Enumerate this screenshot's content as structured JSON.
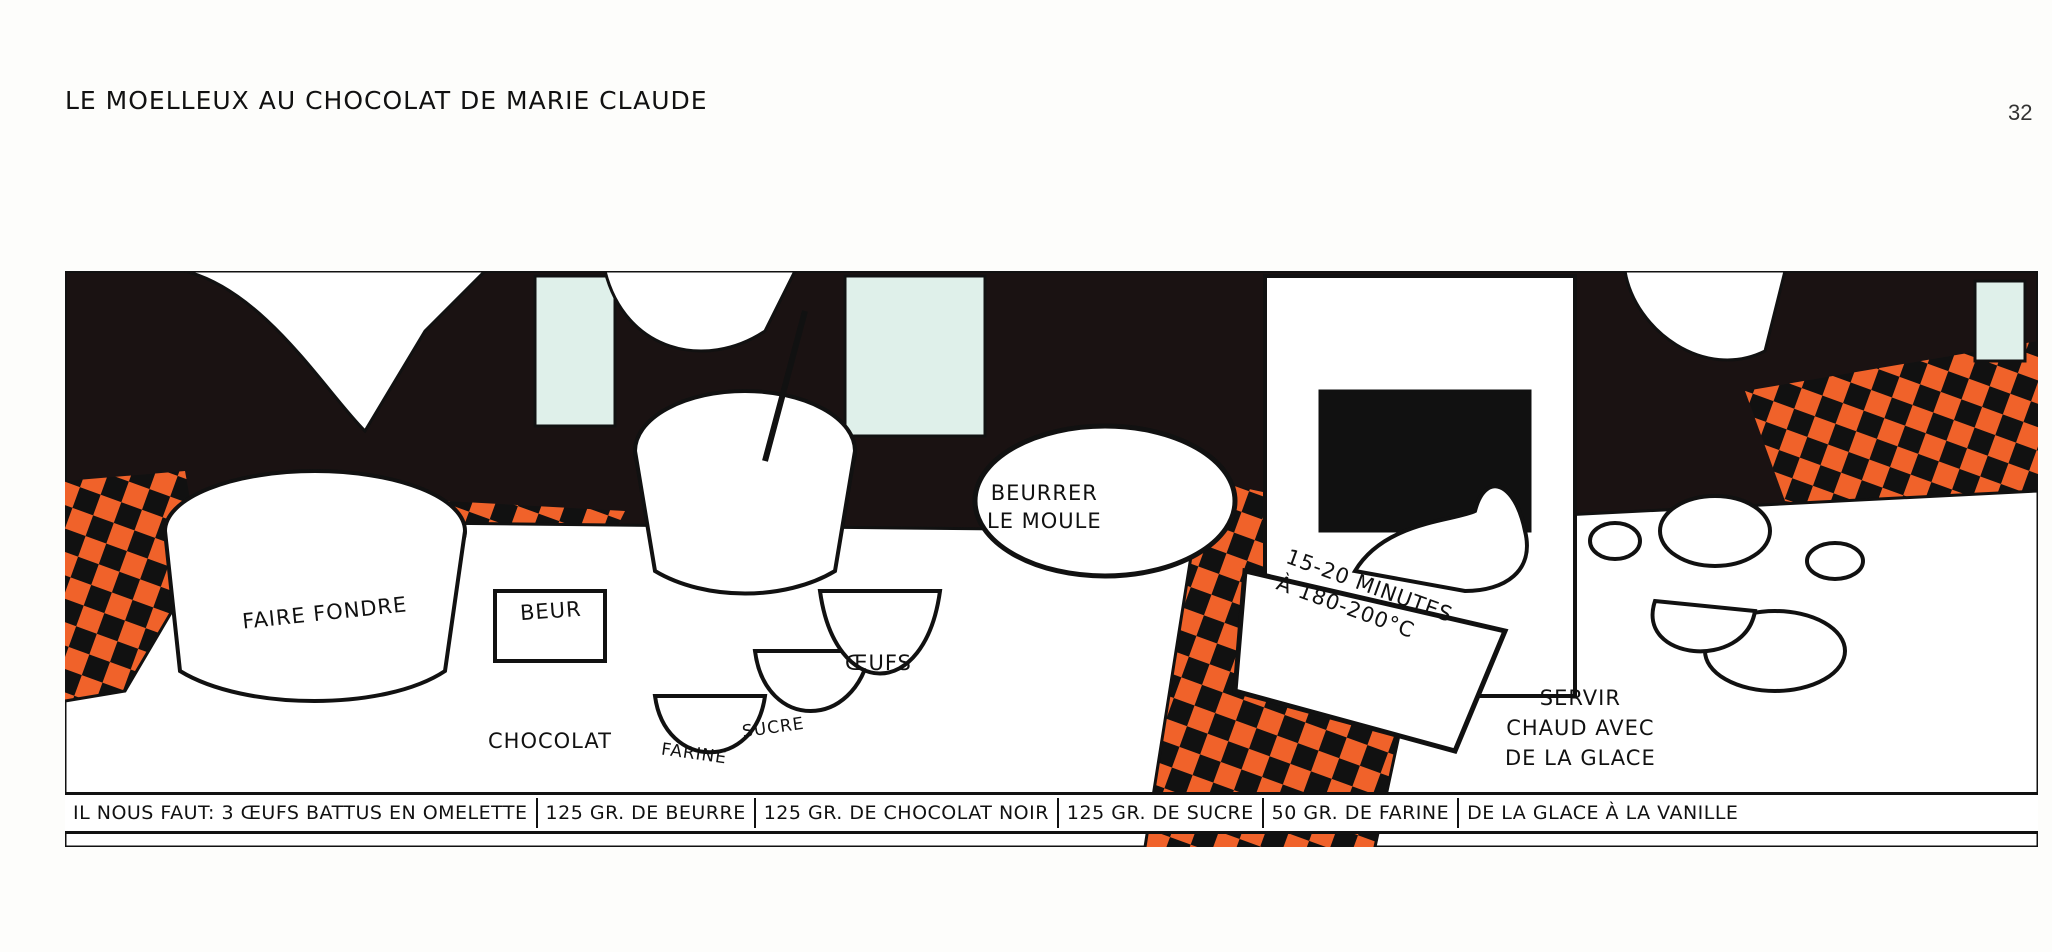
{
  "page": {
    "title": "LE MOELLEUX AU CHOCOLAT DE MARIE CLAUDE",
    "page_number": "32"
  },
  "panel": {
    "labels": {
      "faire_fondre": "FAIRE FONDRE",
      "beur": "BEUR",
      "chocolat": "CHOCOLAT",
      "farine": "FARINE",
      "sucre": "SUCRE",
      "oeufs": "ŒUFS",
      "beurrer_line1": "BEURRER",
      "beurrer_line2": "LE MOULE",
      "oven_line1": "15-20 MINUTES",
      "oven_line2": "À 180-200°C",
      "servir_line1": "SERVIR",
      "servir_line2": "CHAUD AVEC",
      "servir_line3": "DE LA GLACE"
    },
    "colors": {
      "ink": "#111111",
      "tile": "#f0622a",
      "paper": "#fdfdfb",
      "window": "#dff0ea"
    }
  },
  "ingredients": {
    "intro": "IL NOUS FAUT: 3 ŒUFS BATTUS EN OMELETTE",
    "items": [
      "125 GR. DE BEURRE",
      "125 GR. DE CHOCOLAT NOIR",
      "125 GR. DE SUCRE",
      "50 GR. DE FARINE",
      "DE LA GLACE À LA VANILLE"
    ]
  }
}
